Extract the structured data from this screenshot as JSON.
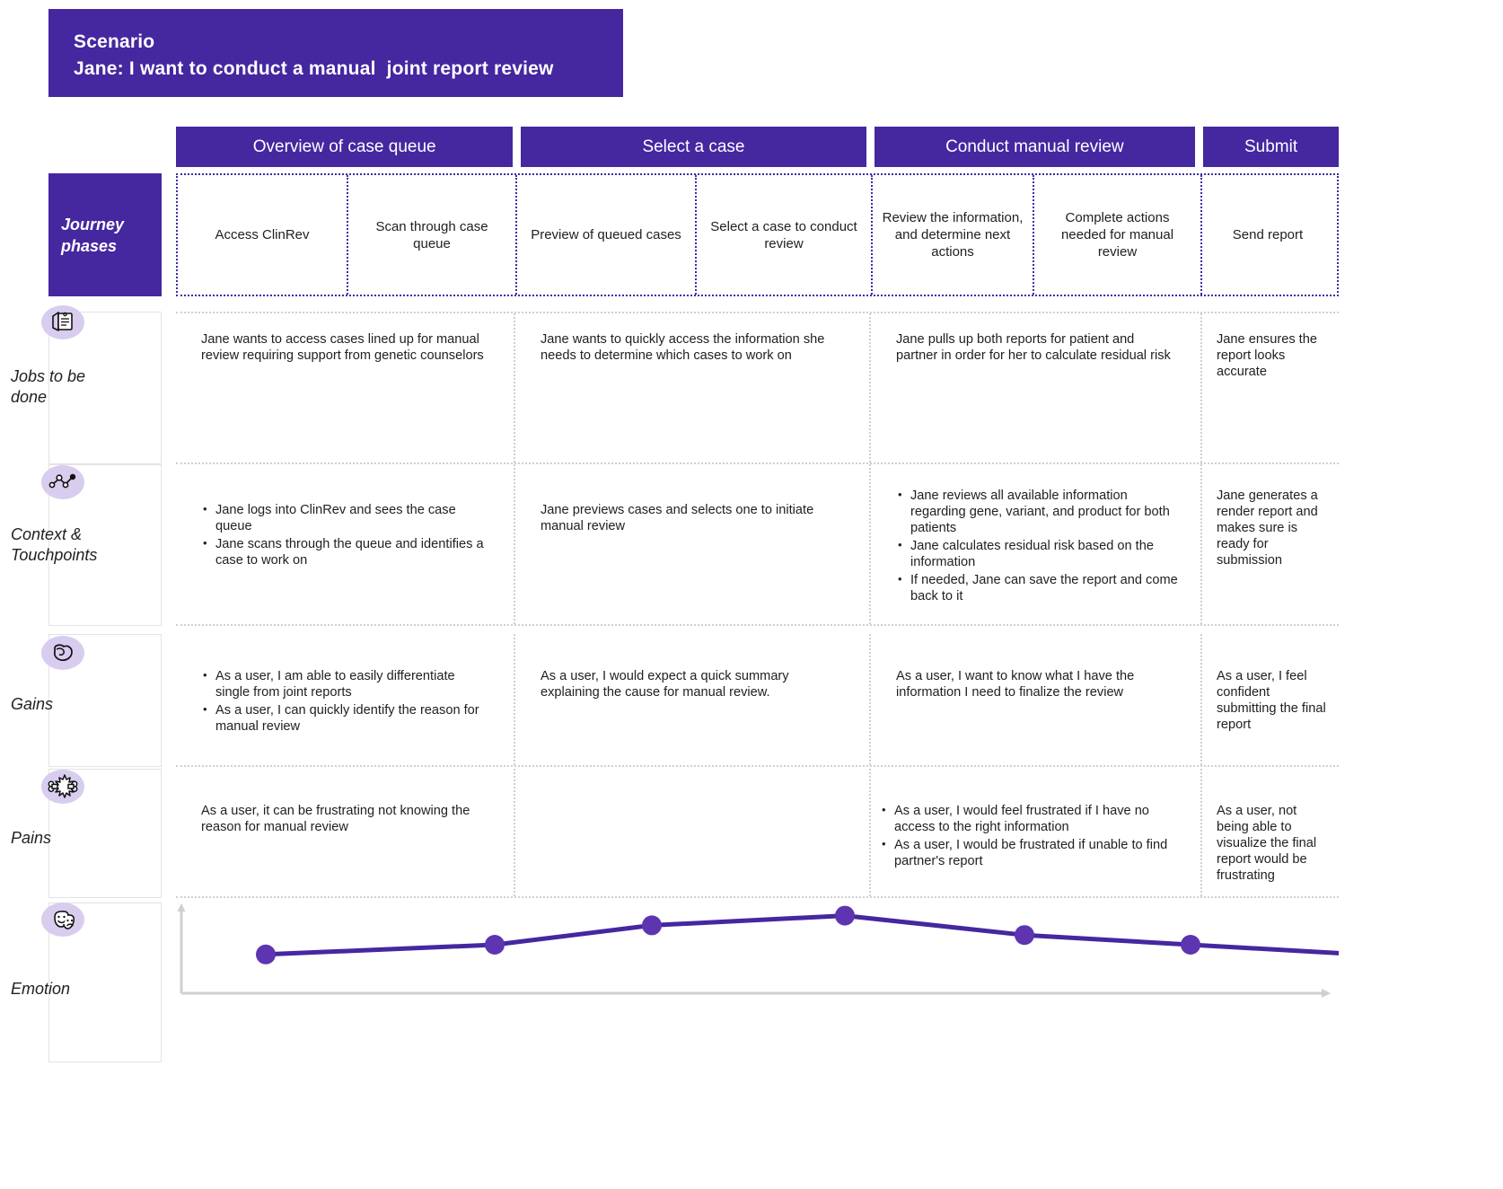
{
  "scenario": {
    "label": "Scenario",
    "title": "Jane: I want to conduct a manual  joint report review"
  },
  "colors": {
    "brand_purple": "#4527A0",
    "icon_bubble": "#D8CCEF",
    "curve": "#4527A0",
    "grid_dotted": "#cfcfcf",
    "phase_border": "#3F2BA8"
  },
  "phases": [
    {
      "label": "Overview of case queue"
    },
    {
      "label": "Select a case"
    },
    {
      "label": "Conduct manual review"
    },
    {
      "label": "Submit"
    }
  ],
  "journey_phases": {
    "row_label_line1": "Journey",
    "row_label_line2": "phases",
    "steps": [
      {
        "label": "Access ClinRev"
      },
      {
        "label": "Scan through case queue"
      },
      {
        "label": "Preview of queued cases"
      },
      {
        "label": "Select a case to conduct review"
      },
      {
        "label": "Review the information, and determine next actions"
      },
      {
        "label": "Complete actions needed for manual review"
      },
      {
        "label": "Send report"
      }
    ]
  },
  "rows": [
    {
      "id": "jobs-to-be-done",
      "title": "Jobs to be done",
      "icon": "clipboard-document-icon",
      "cells": [
        {
          "type": "text",
          "text": "Jane wants to access cases lined up for manual review requiring support from genetic counselors"
        },
        {
          "type": "text",
          "text": "Jane wants to quickly access the information she needs to determine which cases to work on"
        },
        {
          "type": "text",
          "text": "Jane pulls up both reports for patient and partner in order for her to calculate residual risk"
        },
        {
          "type": "text",
          "text": "Jane ensures the report looks accurate"
        }
      ]
    },
    {
      "id": "context-and-touchpoints",
      "title": "Context & Touchpoints",
      "icon": "connected-nodes-icon",
      "cells": [
        {
          "type": "list",
          "items": [
            "Jane logs into ClinRev and sees the case queue",
            "Jane scans through the queue and identifies a case to work on"
          ]
        },
        {
          "type": "text",
          "text": "Jane previews cases and selects one to initiate manual review"
        },
        {
          "type": "list",
          "items": [
            "Jane reviews all available information regarding gene, variant, and product for both patients",
            "Jane calculates residual risk based on the information",
            "If needed, Jane can save the report and come back to it"
          ]
        },
        {
          "type": "text",
          "text": "Jane generates a render report and makes sure is ready for submission"
        }
      ]
    },
    {
      "id": "gains",
      "title": "Gains",
      "icon": "flexed-bicep-icon",
      "cells": [
        {
          "type": "list",
          "items": [
            "As a user, I am able to easily differentiate single from joint reports",
            "As a user, I can quickly identify the reason for manual review"
          ]
        },
        {
          "type": "text",
          "text": "As a user, I would expect a quick summary explaining the cause for manual review."
        },
        {
          "type": "text",
          "text": "As a user, I want to know what I have the information I need to finalize the review"
        },
        {
          "type": "text",
          "text": "As a user, I feel confident submitting the final report"
        }
      ]
    },
    {
      "id": "pains",
      "title": "Pains",
      "icon": "broken-bone-icon",
      "cells": [
        {
          "type": "text",
          "text": "As a user, it can be frustrating not knowing the reason for manual review"
        },
        {
          "type": "text",
          "text": ""
        },
        {
          "type": "list",
          "items": [
            "As a user, I would feel frustrated if I have no access to the right information",
            "As a user, I would be frustrated if unable to find partner's report"
          ]
        },
        {
          "type": "text",
          "text": "As a user, not being able to visualize the final report would be frustrating"
        }
      ]
    },
    {
      "id": "emotion",
      "title": "Emotion",
      "icon": "theater-masks-icon",
      "cells": []
    }
  ],
  "chart_data": {
    "type": "line",
    "title": "Emotion",
    "xlabel": "",
    "ylabel": "",
    "grid": false,
    "legend": "none",
    "categories": [
      "Access ClinRev",
      "Scan through case queue",
      "Preview of queued cases",
      "Select a case to conduct review",
      "Review the information, and determine next actions",
      "Complete actions needed for manual review",
      "Send report"
    ],
    "x": [
      100,
      355,
      530,
      745,
      945,
      1130,
      1320
    ],
    "values": [
      2,
      2.5,
      3.5,
      4,
      3,
      2.5,
      2
    ],
    "ylim": [
      0,
      5
    ],
    "point_color": "#5E35B1",
    "line_color": "#4527A0"
  }
}
